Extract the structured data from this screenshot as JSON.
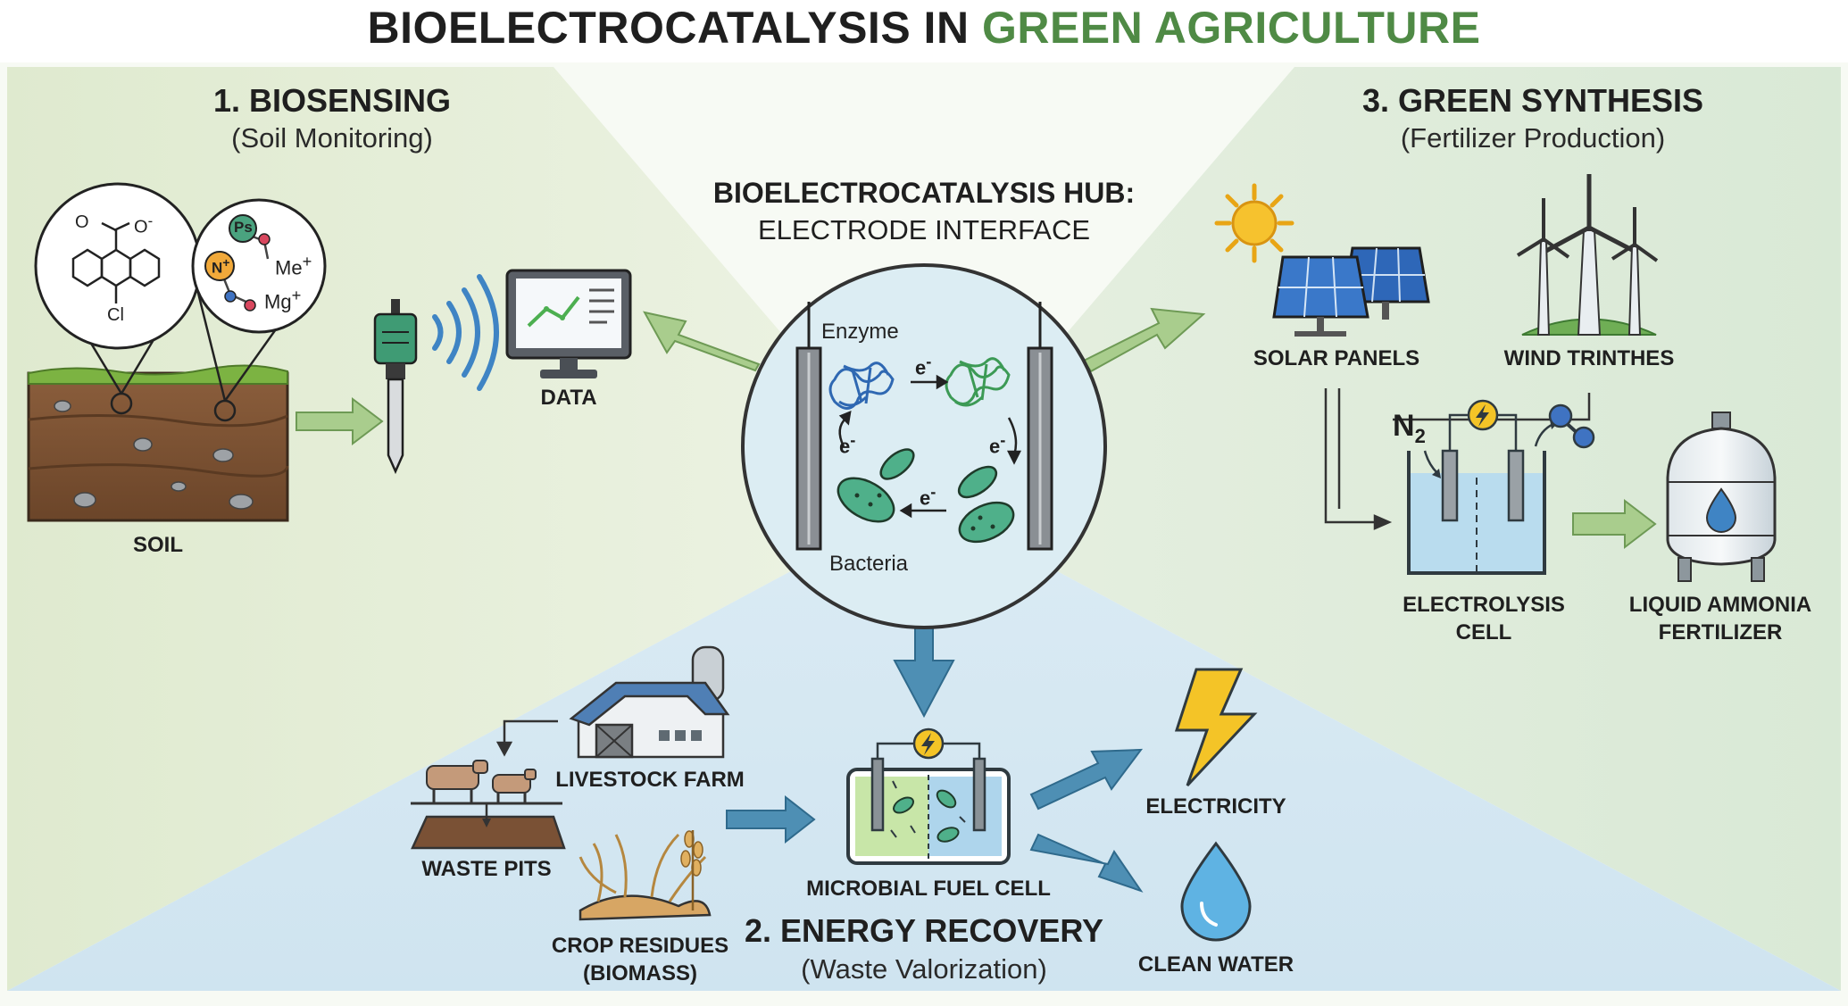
{
  "title": {
    "part1": "BIOELECTROCATALYSIS IN ",
    "part2": "GREEN AGRICULTURE"
  },
  "colors": {
    "accent_green": "#4f8a45",
    "bg_green": "#e3edd5",
    "bg_blue": "#d3e8f3",
    "arrow_green": "#97c47d",
    "arrow_blue": "#4e8fb4",
    "bolt_yellow": "#f4c427"
  },
  "biosensing": {
    "title": "1. BIOSENSING",
    "subtitle": "(Soil Monitoring)",
    "soil_label": "SOIL",
    "data_label": "DATA",
    "chem": {
      "carboxylate": "O",
      "carboxylate_o": "O",
      "charge": "-",
      "chloro": "Cl"
    },
    "ions": {
      "ps": "Ps",
      "n": "N",
      "me": "Me",
      "mg": "Mg",
      "plus": "+"
    }
  },
  "hub": {
    "title": "BIOELECTROCATALYSIS HUB:",
    "subtitle": "ELECTRODE INTERFACE",
    "enzyme": "Enzyme",
    "bacteria": "Bacteria",
    "electron": "e",
    "minus": "-"
  },
  "synthesis": {
    "title": "3. GREEN SYNTHESIS",
    "subtitle": "(Fertilizer Production)",
    "solar": "SOLAR PANELS",
    "wind": "WIND TRINTHES",
    "n2": "N",
    "n2_sub": "2",
    "cell_line1": "ELECTROLYSIS",
    "cell_line2": "CELL",
    "ammonia_line1": "LIQUID AMMONIA",
    "ammonia_line2": "FERTILIZER"
  },
  "energy": {
    "title": "2. ENERGY RECOVERY",
    "subtitle": "(Waste Valorization)",
    "farm": "LIVESTOCK FARM",
    "pits": "WASTE PITS",
    "residues_line1": "CROP RESIDUES",
    "residues_line2": "(BIOMASS)",
    "mfc": "MICROBIAL FUEL CELL",
    "electricity": "ELECTRICITY",
    "water": "CLEAN WATER"
  }
}
